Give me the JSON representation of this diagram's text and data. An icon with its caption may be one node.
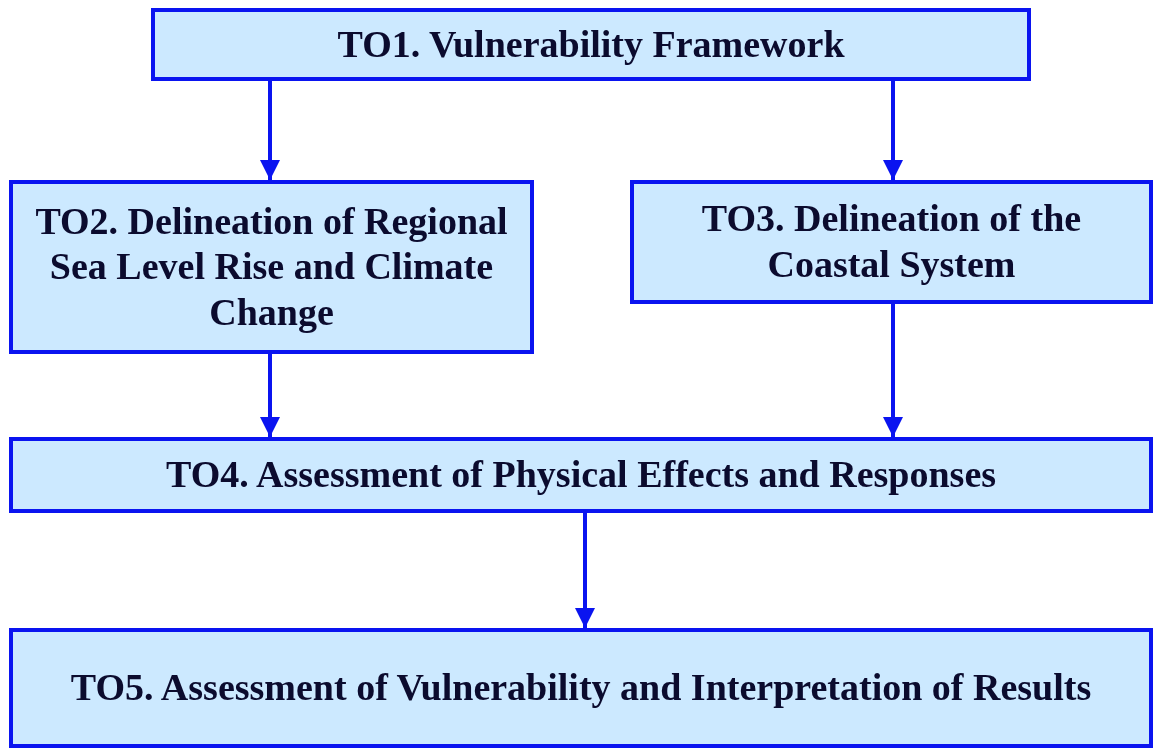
{
  "diagram": {
    "nodes": [
      {
        "text": [
          "TO1. Vulnerability Framework"
        ]
      },
      {
        "text": [
          "TO2. Delineation of Regional Sea Level Rise and Climate Change"
        ]
      },
      {
        "text": [
          "TO3. Delineation of the Coastal System"
        ]
      },
      {
        "text": [
          "TO4. Assessment of Physical Effects and Responses"
        ]
      },
      {
        "text": [
          "TO5. Assessment of Vulnerability and Interpretation of Results"
        ]
      }
    ],
    "edges": [
      {
        "from": 0,
        "to": 1,
        "arrow": "to"
      },
      {
        "from": 0,
        "to": 2,
        "arrow": "to"
      },
      {
        "from": 1,
        "to": 3,
        "arrow": "to"
      },
      {
        "from": 2,
        "to": 3,
        "arrow": "to"
      },
      {
        "from": 3,
        "to": 4,
        "arrow": "to"
      }
    ]
  }
}
